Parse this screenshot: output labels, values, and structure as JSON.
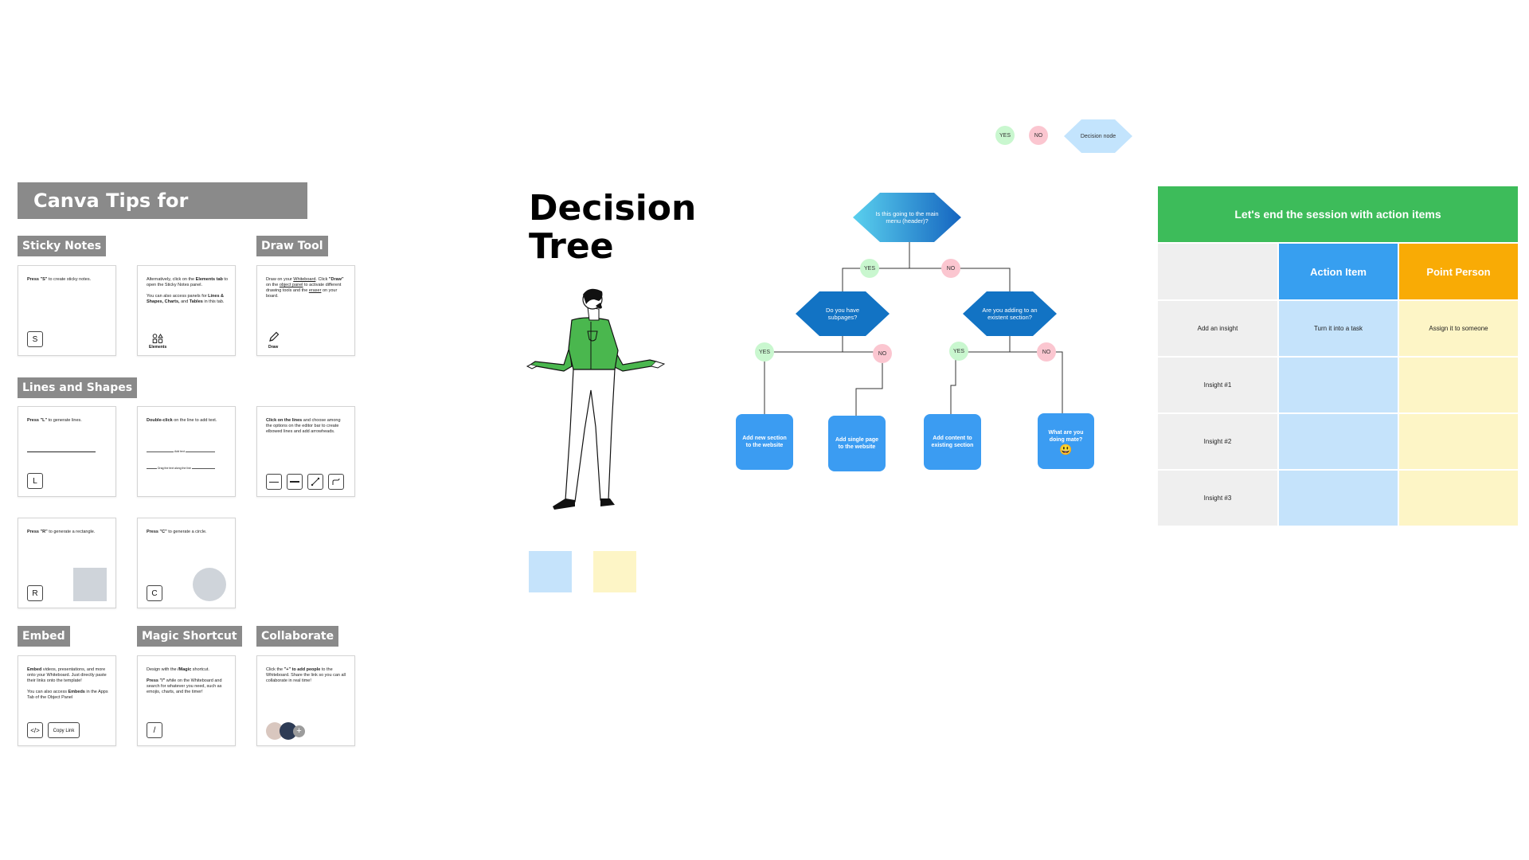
{
  "tips": {
    "title": "Canva Tips for Whiteboards",
    "sections": {
      "sticky_notes": "Sticky Notes",
      "draw_tool": "Draw Tool",
      "lines_shapes": "Lines and Shapes",
      "embed": "Embed",
      "magic_shortcut": "Magic Shortcut",
      "collaborate": "Collaborate"
    },
    "cards": {
      "sticky1": {
        "bold": "Press \"S\"",
        "text": " to create sticky notes.",
        "key": "S"
      },
      "sticky2": {
        "line1": "Alternatively, click on the",
        "bold1": "Elements tab",
        "line2": " to open the Sticky Notes panel.",
        "line3": "You can also access panels for",
        "bold2": "Lines & Shapes, Charts,",
        "line4": " and ",
        "bold3": "Tables",
        "line5": " in this tab.",
        "caption": "Elements"
      },
      "draw": {
        "text1": "Draw on your ",
        "u1": "Whiteboard",
        "text2": ". Click ",
        "bold1": "\"Draw\"",
        "text3": " on the ",
        "u2": "object panel",
        "text4": " to activate different drawing tools and the ",
        "u3": "eraser",
        "text5": " on your board.",
        "caption": "Draw"
      },
      "lines1": {
        "bold": "Press \"L\"",
        "text": " to generate lines.",
        "key": "L"
      },
      "lines2": {
        "bold": "Double-click",
        "text": " on the line to add text.",
        "sample1": "Add text",
        "sample2": "Drag the text along the line"
      },
      "lines3": {
        "bold": "Click on the lines",
        "text": " and choose among the options on the editor bar to create elbowed lines and add arrowheads."
      },
      "rect": {
        "bold": "Press \"R\"",
        "text": " to generate a rectangle.",
        "key": "R"
      },
      "circle": {
        "bold": "Press \"C\"",
        "text": " to generate a circle.",
        "key": "C"
      },
      "embed": {
        "bold1": "Embed",
        "text1": " videos, presentations, and more onto your Whiteboard. Just directly paste their links onto the template!",
        "text2": "You can also access ",
        "bold2": "Embeds",
        "text3": " in the Apps Tab of the Object Panel",
        "key": "</>",
        "copy": "Copy Link"
      },
      "magic": {
        "text1": "Design with the ",
        "bold1": "/Magic",
        "text2": " shortcut.",
        "bold2": "Press \"/\"",
        "text3": " while on the Whiteboard and search for whatever you need, such as emojis, charts, and the timer!",
        "key": "/"
      },
      "collab": {
        "text1": "Click the ",
        "bold1": "\"+\" to add people",
        "text2": " to the Whiteboard. Share the link so you can all collaborate in real time!"
      }
    }
  },
  "decision_tree": {
    "title_line1": "Decision",
    "title_line2": "Tree",
    "legend": {
      "yes": "YES",
      "no": "NO",
      "node": "Decision node"
    },
    "root": {
      "line1": "Is this going to the main",
      "line2": "menu (header)?"
    },
    "left": {
      "line1": "Do you have",
      "line2": "subpages?"
    },
    "right": {
      "line1": "Are you adding to an",
      "line2": "existent section?"
    },
    "yes_label": "YES",
    "no_label": "NO",
    "leaves": [
      {
        "line1": "Add new section",
        "line2": "to the website"
      },
      {
        "line1": "Add single page",
        "line2": "to the website"
      },
      {
        "line1": "Add content to",
        "line2": "existing section"
      },
      {
        "line1": "What are you",
        "line2": "doing mate?",
        "emoji": "😃"
      }
    ],
    "colors": {
      "node": "#1273c4",
      "root_start": "#5ad0ee",
      "root_end": "#1565c0",
      "leaf": "#3b9cf2",
      "yes": "#c9f7cf",
      "no": "#fbc6d0"
    }
  },
  "action_table": {
    "title": "Let's end the session with action items",
    "headers": [
      "Action Item",
      "Point Person"
    ],
    "rows": [
      [
        "Add an insight",
        "Turn it into a task",
        "Assign it to someone"
      ],
      [
        "Insight #1",
        "",
        ""
      ],
      [
        "Insight #2",
        "",
        ""
      ],
      [
        "Insight #3",
        "",
        ""
      ]
    ],
    "colors": {
      "title": "#3dbc5a",
      "action": "#379ff0",
      "person": "#f9ab05",
      "blue": "#c5e3fb",
      "yellow": "#fdf5c6",
      "grey": "#efefef"
    }
  }
}
